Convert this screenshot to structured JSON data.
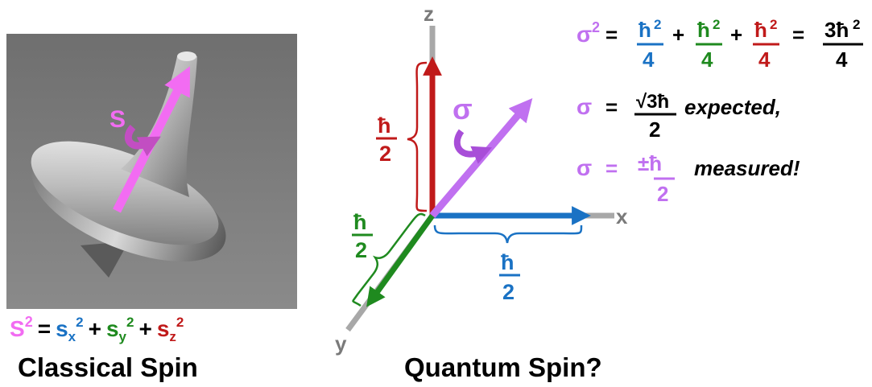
{
  "colors": {
    "magenta": "#f26cf2",
    "violet": "#c070f0",
    "blue": "#1a72c4",
    "green": "#1f8a1f",
    "red": "#c01a1a",
    "axis_gray": "#a8a8a8",
    "black": "#000000"
  },
  "classical": {
    "spin_label": "S",
    "eq_S": "S",
    "eq_sup": "2",
    "eq_eq": "=",
    "eq_sx": "s",
    "eq_sx_sub": "x",
    "eq_sx_sup": "2",
    "eq_plus": "+",
    "eq_sy": "s",
    "eq_sy_sub": "y",
    "eq_sy_sup": "2",
    "eq_sz": "s",
    "eq_sz_sub": "z",
    "eq_sz_sup": "2",
    "caption": "Classical Spin"
  },
  "quantum": {
    "axis_z": "z",
    "axis_x": "x",
    "axis_y": "y",
    "sigma_label": "σ",
    "hbar": "ħ",
    "two": "2",
    "caption": "Quantum Spin?"
  },
  "equations": {
    "sigma": "σ",
    "sup2": "2",
    "eq": "=",
    "plus": "+",
    "hbar": "ħ",
    "four": "4",
    "three_hbar": "3ħ",
    "sqrt3hbar": "√3ħ",
    "two": "2",
    "pm_hbar": "±ħ",
    "expected": "expected,",
    "measured": "measured!"
  },
  "icons": [
    "spinning-top-icon",
    "rotation-arrow-icon"
  ]
}
